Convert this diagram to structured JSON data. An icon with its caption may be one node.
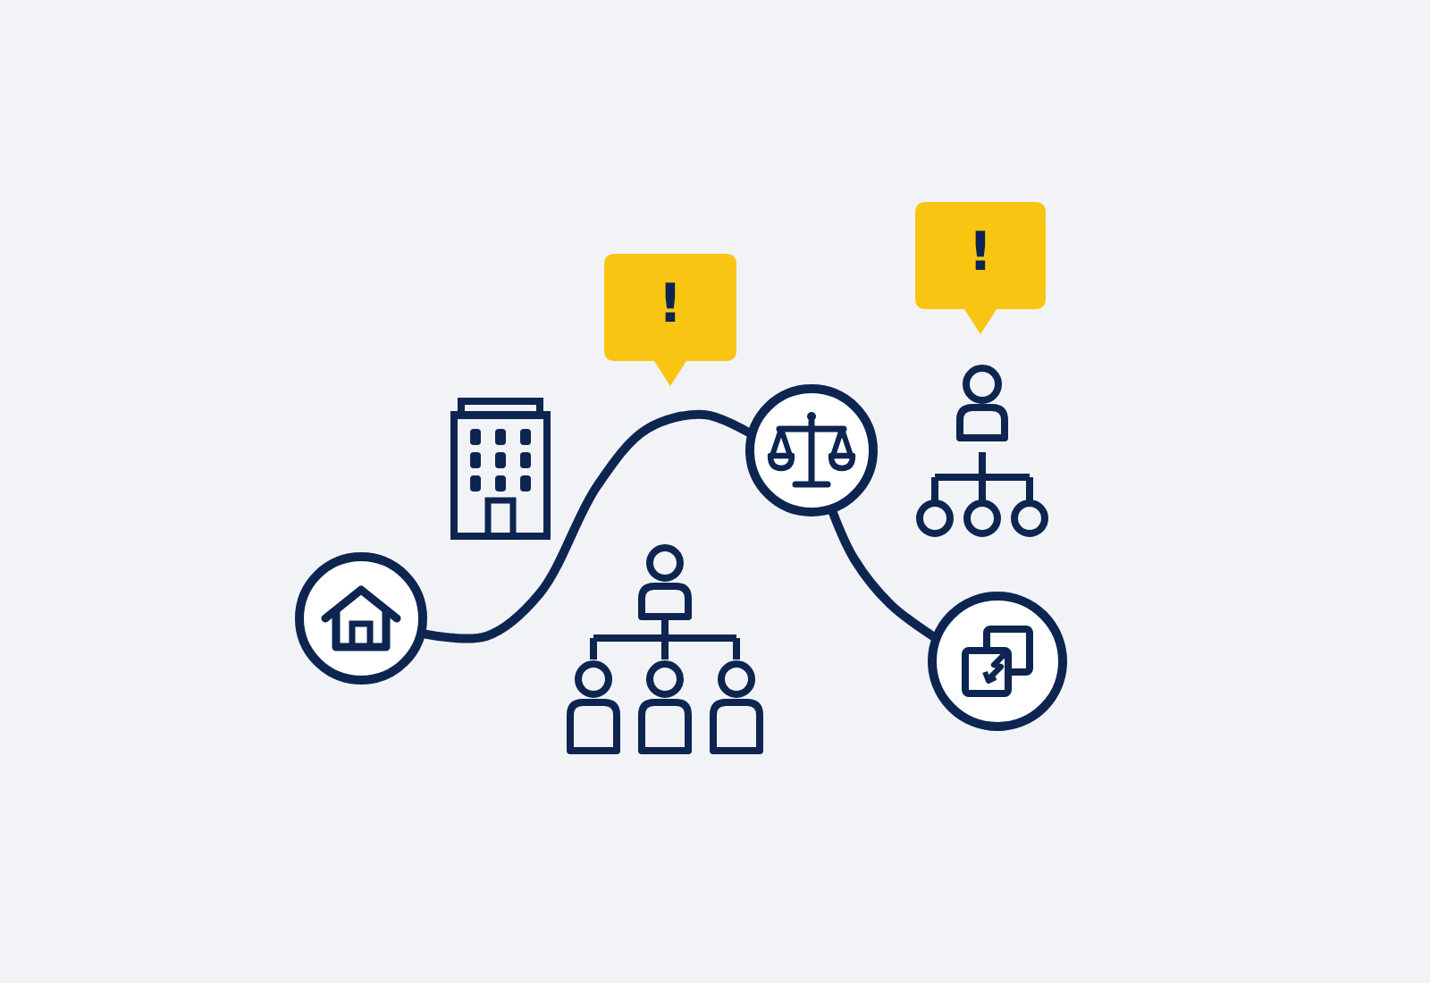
{
  "diagram": {
    "nodes": [
      {
        "text": [
          "!"
        ]
      },
      {
        "text": [
          "!"
        ]
      },
      {
        "text": [],
        "shape": "circle"
      },
      {
        "text": [],
        "shape": "circle"
      },
      {
        "text": [],
        "shape": "circle"
      }
    ],
    "edges": [
      {
        "from": 2,
        "to": 3,
        "arrow": "none"
      },
      {
        "from": 3,
        "to": 4,
        "arrow": "none"
      }
    ]
  }
}
